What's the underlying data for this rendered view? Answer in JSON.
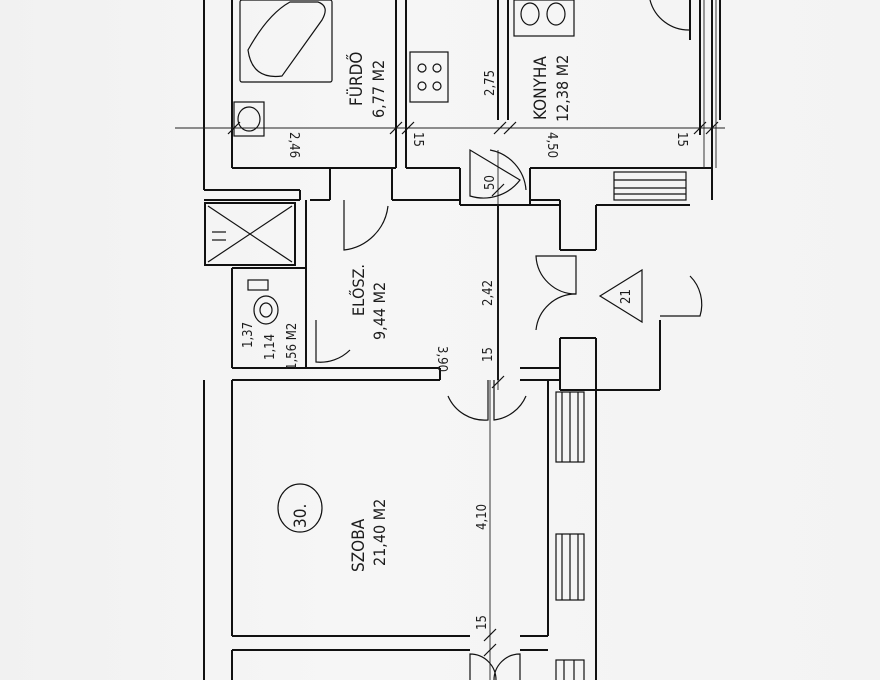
{
  "plan": {
    "number": "30.",
    "rooms": {
      "furdo": {
        "name": "FÜRDŐ",
        "area": "6,77 M2"
      },
      "konyha": {
        "name": "KONYHA",
        "area": "12,38 M2"
      },
      "elosz": {
        "name": "ELŐSZ.",
        "area": "9,44 M2"
      },
      "wc": {
        "area": "1,56 M2"
      },
      "szoba": {
        "name": "SZOBA",
        "area": "21,40 M2"
      }
    },
    "dimensions": {
      "d_246": "2,46",
      "d_15_a": "15",
      "d_450": "4,50",
      "d_15_b": "15",
      "d_275": "2,75",
      "d_50": "50",
      "d_242": "2,42",
      "d_390": "3,90",
      "d_15_c": "15",
      "d_137": "1,37",
      "d_114": "1,14",
      "d_410": "4,10",
      "d_15_d": "15",
      "d_21": "21"
    }
  }
}
